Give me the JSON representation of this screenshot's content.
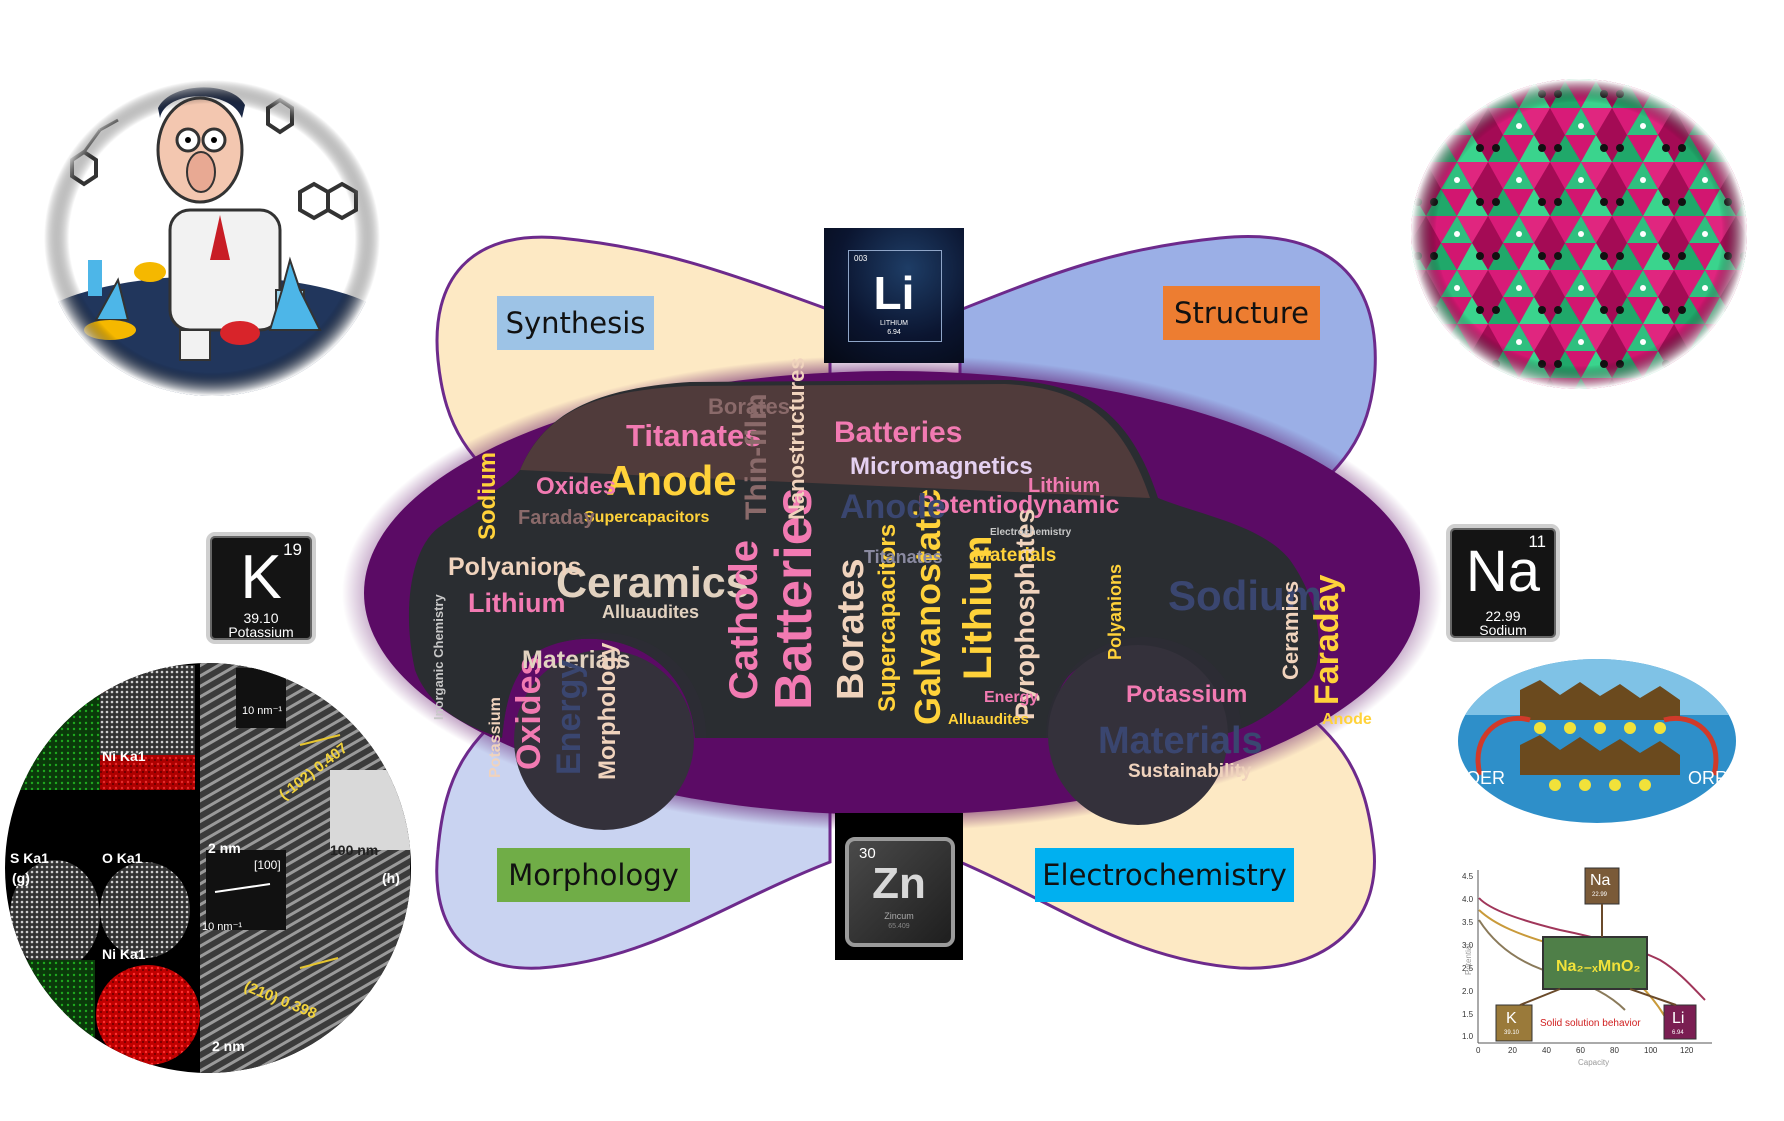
{
  "labels": {
    "synthesis": "Synthesis",
    "structure": "Structure",
    "morphology": "Morphology",
    "electrochemistry": "Electrochemistry"
  },
  "elements": {
    "li": {
      "number": "003",
      "symbol": "Li",
      "name": "LITHIUM",
      "mass": "6.94"
    },
    "zn": {
      "number": "30",
      "symbol": "Zn",
      "name": "Zincum",
      "mass": "65.409"
    },
    "k": {
      "number": "19",
      "symbol": "K",
      "name": "Potassium",
      "mass": "39.10"
    },
    "na": {
      "number": "11",
      "symbol": "Na",
      "name": "Sodium",
      "mass": "22.99"
    }
  },
  "word_cloud": {
    "title_words": [
      "Anode",
      "Titanates",
      "Batteries",
      "Micromagnetics",
      "Potentiodynamic",
      "Ceramics",
      "Polyanions",
      "Lithium",
      "Cathode",
      "Borates",
      "Galvanostatic",
      "Pyrophosphates",
      "Sodium",
      "Faraday",
      "Oxides",
      "Materials",
      "Morphology",
      "Energy",
      "Potassium",
      "Sustainability",
      "Nanostructures",
      "Supercapacitors",
      "Alluaudites",
      "Thin-film",
      "Electrochemistry",
      "Inorganic Chemistry"
    ]
  },
  "tem_inset": {
    "map_labels": [
      "Ni Ka1",
      "O Ka1",
      "Ni Ka1",
      "S Ka1"
    ],
    "panel_labels": [
      "(g)",
      "(h)"
    ],
    "scales": [
      "10 nm⁻¹",
      "2 nm",
      "100 nm",
      "10 nm⁻¹",
      "2 nm"
    ],
    "lattice_1": "(-102) 0.407",
    "lattice_2": "(210) 0.398",
    "zone": "[100]"
  },
  "catalysis_inset": {
    "left": "OER",
    "right": "ORR"
  },
  "voltage_inset": {
    "y_ticks": [
      "4.0",
      "3.5",
      "3.0",
      "2.5",
      "2.0",
      "1.5",
      "1.0",
      "4.5"
    ],
    "x_ticks": [
      "0",
      "20",
      "40",
      "60",
      "80",
      "100",
      "120"
    ],
    "ylabel": "Potential",
    "xlabel": "Capacity",
    "compound": "Na₂₋ₓMnO₂",
    "annotation": "Solid solution behavior",
    "na_box": "Na",
    "na_mass": "22.99",
    "k_box": "K",
    "k_mass": "39.10",
    "li_box": "Li",
    "li_mass": "6.94"
  }
}
